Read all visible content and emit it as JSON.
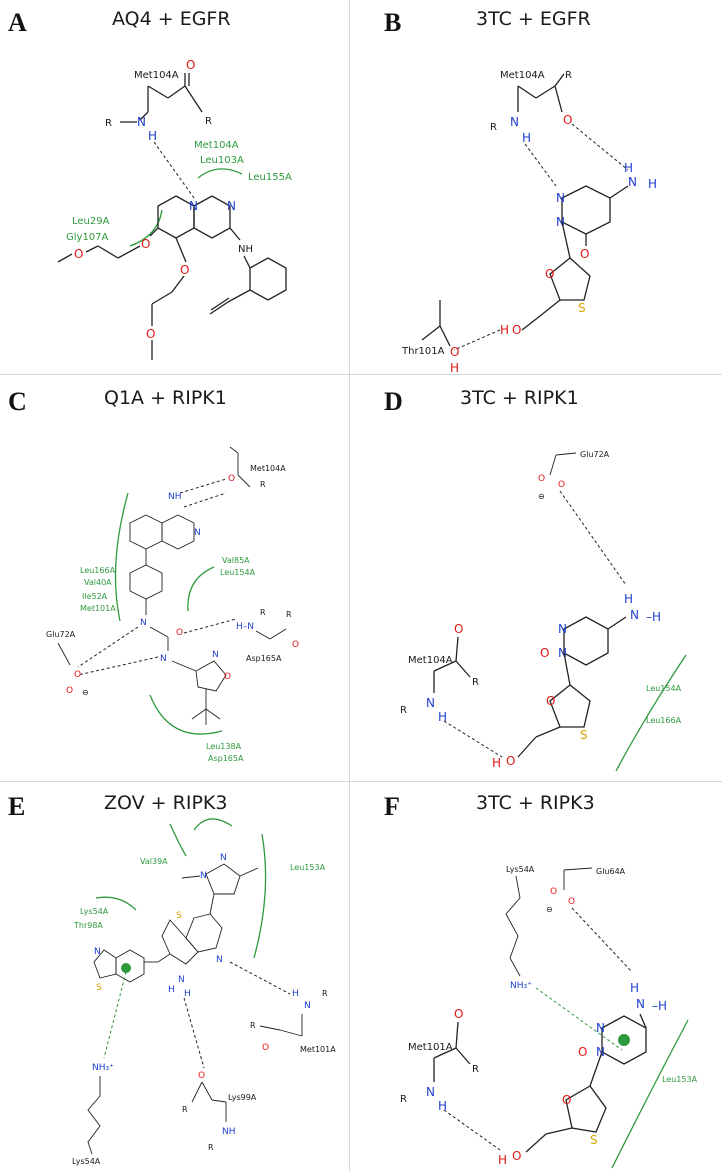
{
  "figure": {
    "panels": [
      {
        "letter": "A",
        "title": "AQ4 + EGFR",
        "labels": {
          "residue_main": "Met104A",
          "r1": "R",
          "r2": "R",
          "nh": "N",
          "h": "H",
          "o": "O",
          "nh_amine": "NH"
        },
        "hydrophobic": [
          "Met104A",
          "Leu103A",
          "Leu155A",
          "Leu29A",
          "Gly107A"
        ]
      },
      {
        "letter": "B",
        "title": "3TC + EGFR",
        "labels": {
          "residue_main": "Met104A",
          "residue_thr": "Thr101A",
          "r1": "R",
          "r2": "R"
        }
      },
      {
        "letter": "C",
        "title": "Q1A + RIPK1",
        "labels": {
          "residue_met": "Met104A",
          "residue_asp": "Asp165A",
          "residue_glu": "Glu72A",
          "r": "R",
          "charge": "⊖"
        },
        "hydrophobic": [
          "Leu166A",
          "Val40A",
          "Ile52A",
          "Met101A",
          "Val85A",
          "Leu154A",
          "Leu138A",
          "Asp165A"
        ]
      },
      {
        "letter": "D",
        "title": "3TC + RIPK1",
        "labels": {
          "residue_glu": "Glu72A",
          "residue_met": "Met104A",
          "r": "R",
          "charge": "⊖"
        },
        "hydrophobic": [
          "Leu154A",
          "Leu166A"
        ]
      },
      {
        "letter": "E",
        "title": "ZOV + RIPK3",
        "labels": {
          "residue_met": "Met101A",
          "residue_lys99": "Lys99A",
          "residue_lys54": "Lys54A",
          "nh3": "NH₃⁺",
          "r": "R"
        },
        "hydrophobic": [
          "Val39A",
          "Leu153A",
          "Lys54A",
          "Thr98A"
        ]
      },
      {
        "letter": "F",
        "title": "3TC + RIPK3",
        "labels": {
          "residue_lys54": "Lys54A",
          "residue_glu": "Glu64A",
          "residue_met": "Met101A",
          "nh3": "NH₃⁺",
          "r": "R",
          "charge": "⊖"
        },
        "hydrophobic": [
          "Leu153A"
        ]
      }
    ]
  },
  "colors": {
    "nitrogen": "#1f3fd0",
    "oxygen": "#e01818",
    "sulfur": "#d8a400",
    "hydrophobic": "#2e9a3e",
    "divider": "#d6d6d6"
  }
}
